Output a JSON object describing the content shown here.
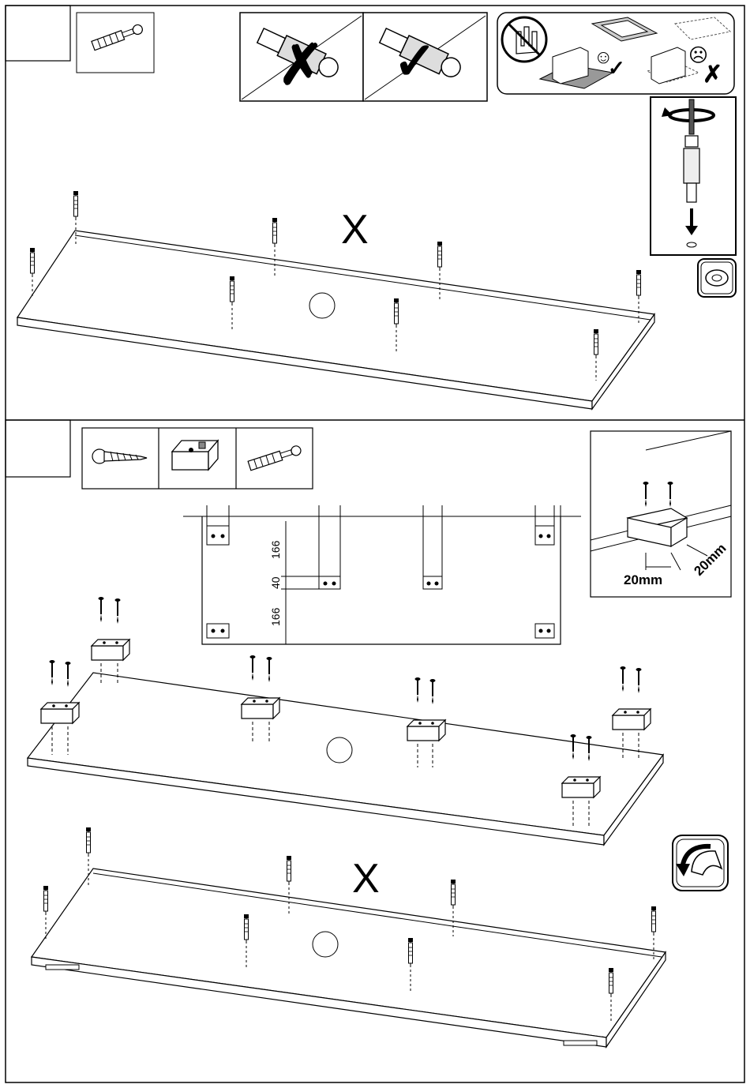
{
  "step1": {
    "mark_x": "X"
  },
  "step2": {
    "mark_x": "X",
    "dim_top": "166",
    "dim_mid": "40",
    "dim_bottom": "166",
    "detail_dim_a": "20mm",
    "detail_dim_b": "20mm"
  },
  "icons": {
    "cam_bolt": "cam-bolt-icon",
    "wood_screw": "wood-screw-icon",
    "plastic_block": "plastic-block-icon",
    "no_hands_warning": "no-hands-icon",
    "rotate_arrow": "rotate-arrow-icon",
    "flip_panel": "flip-panel-icon",
    "tape_roll": "tape-roll-icon"
  },
  "marks": {
    "check": "✓",
    "cross": "✗",
    "happy": "☺",
    "sad": "☹"
  }
}
